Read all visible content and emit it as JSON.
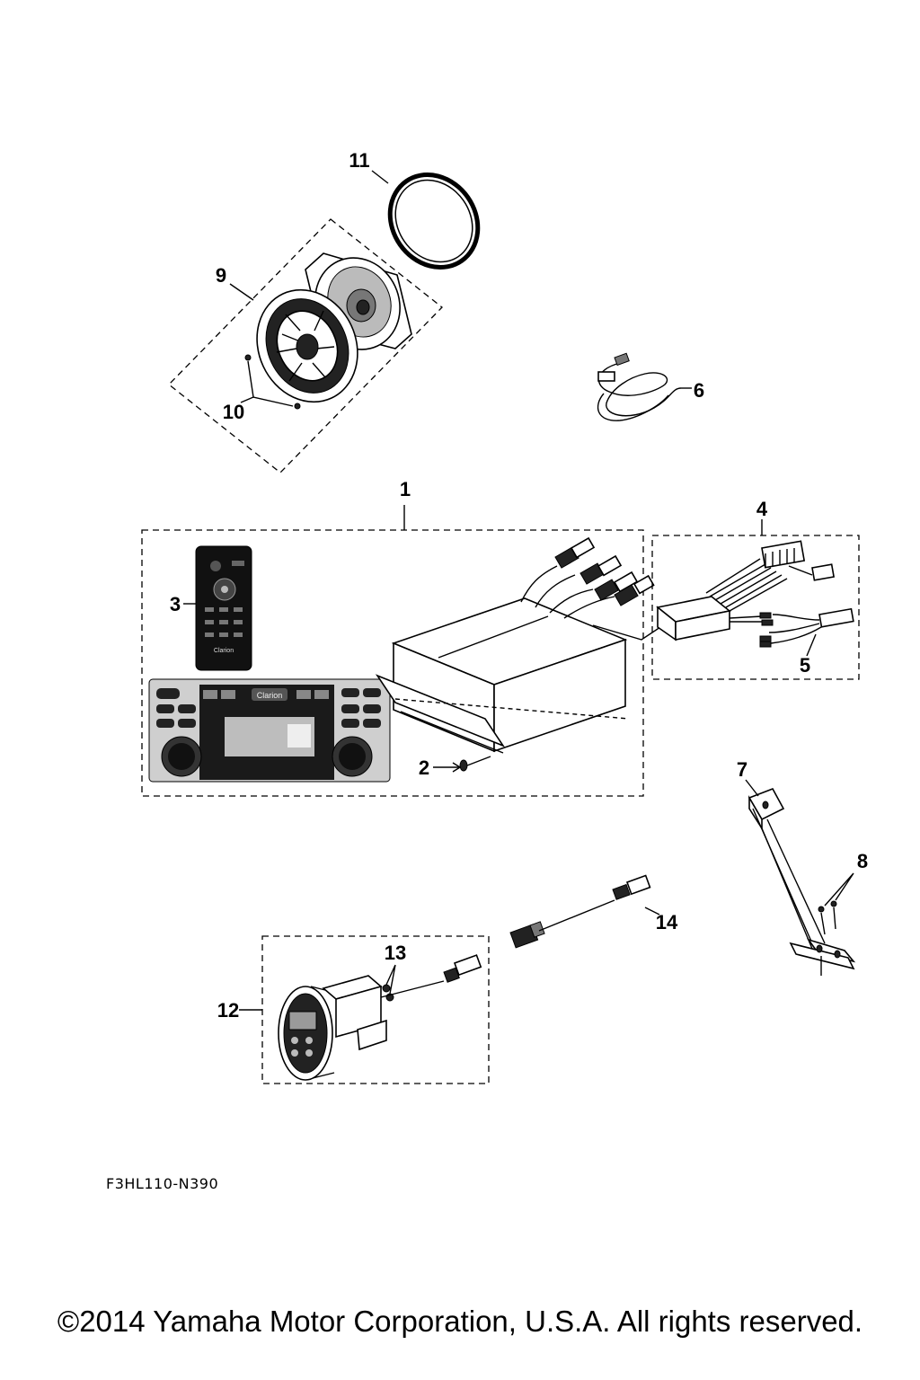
{
  "callouts": [
    {
      "id": "1",
      "label": "1"
    },
    {
      "id": "2",
      "label": "2"
    },
    {
      "id": "3",
      "label": "3"
    },
    {
      "id": "4",
      "label": "4"
    },
    {
      "id": "5",
      "label": "5"
    },
    {
      "id": "6",
      "label": "6"
    },
    {
      "id": "7",
      "label": "7"
    },
    {
      "id": "8",
      "label": "8"
    },
    {
      "id": "9",
      "label": "9"
    },
    {
      "id": "10",
      "label": "10"
    },
    {
      "id": "11",
      "label": "11"
    },
    {
      "id": "12",
      "label": "12"
    },
    {
      "id": "13",
      "label": "13"
    },
    {
      "id": "14",
      "label": "14"
    }
  ],
  "stereo": {
    "brand": "Clarion"
  },
  "remote": {
    "brand": "Clarion"
  },
  "drawing_code": "F3HL110-N390",
  "copyright": "©2014 Yamaha Motor Corporation, U.S.A. All rights reserved."
}
